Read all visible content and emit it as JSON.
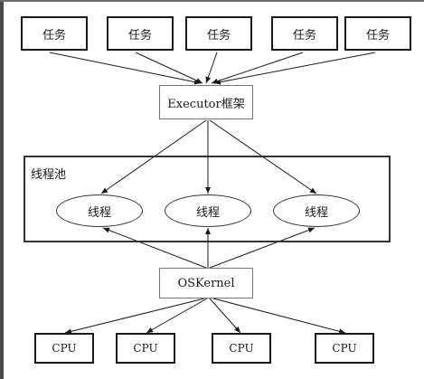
{
  "tasks": [
    "任务",
    "任务",
    "任务",
    "任务",
    "任务"
  ],
  "executor": {
    "label": "Executor框架"
  },
  "thread_pool": {
    "label": "线程池",
    "threads": [
      "线程",
      "线程",
      "线程"
    ]
  },
  "kernel": {
    "label": "OSKernel"
  },
  "cpus": [
    "CPU",
    "CPU",
    "CPU",
    "CPU"
  ],
  "colors": {
    "stroke": "#1a1a1a",
    "background": "#ffffff"
  }
}
